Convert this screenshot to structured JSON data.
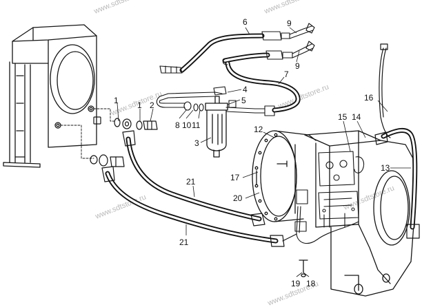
{
  "watermark": {
    "text": "www.sdtstore.ru"
  },
  "callouts": [
    {
      "id": "c1a",
      "label": "1"
    },
    {
      "id": "c1b",
      "label": "1"
    },
    {
      "id": "c2",
      "label": "2"
    },
    {
      "id": "c3",
      "label": "3"
    },
    {
      "id": "c4",
      "label": "4"
    },
    {
      "id": "c5",
      "label": "5"
    },
    {
      "id": "c6",
      "label": "6"
    },
    {
      "id": "c7",
      "label": "7"
    },
    {
      "id": "c8",
      "label": "8"
    },
    {
      "id": "c9a",
      "label": "9"
    },
    {
      "id": "c9b",
      "label": "9"
    },
    {
      "id": "c10",
      "label": "10"
    },
    {
      "id": "c11",
      "label": "11"
    },
    {
      "id": "c12",
      "label": "12"
    },
    {
      "id": "c13",
      "label": "13"
    },
    {
      "id": "c14",
      "label": "14"
    },
    {
      "id": "c15",
      "label": "15"
    },
    {
      "id": "c16",
      "label": "16"
    },
    {
      "id": "c17",
      "label": "17"
    },
    {
      "id": "c18",
      "label": "18"
    },
    {
      "id": "c19",
      "label": "19"
    },
    {
      "id": "c20",
      "label": "20"
    },
    {
      "id": "c21a",
      "label": "21"
    },
    {
      "id": "c21b",
      "label": "21"
    }
  ],
  "components": {
    "oil_cooler": "oil-cooler",
    "oil_filter": "oil-filter",
    "torque_converter": "torque-converter-housing",
    "transmission": "transmission-case",
    "control_valve": "control-valve"
  }
}
